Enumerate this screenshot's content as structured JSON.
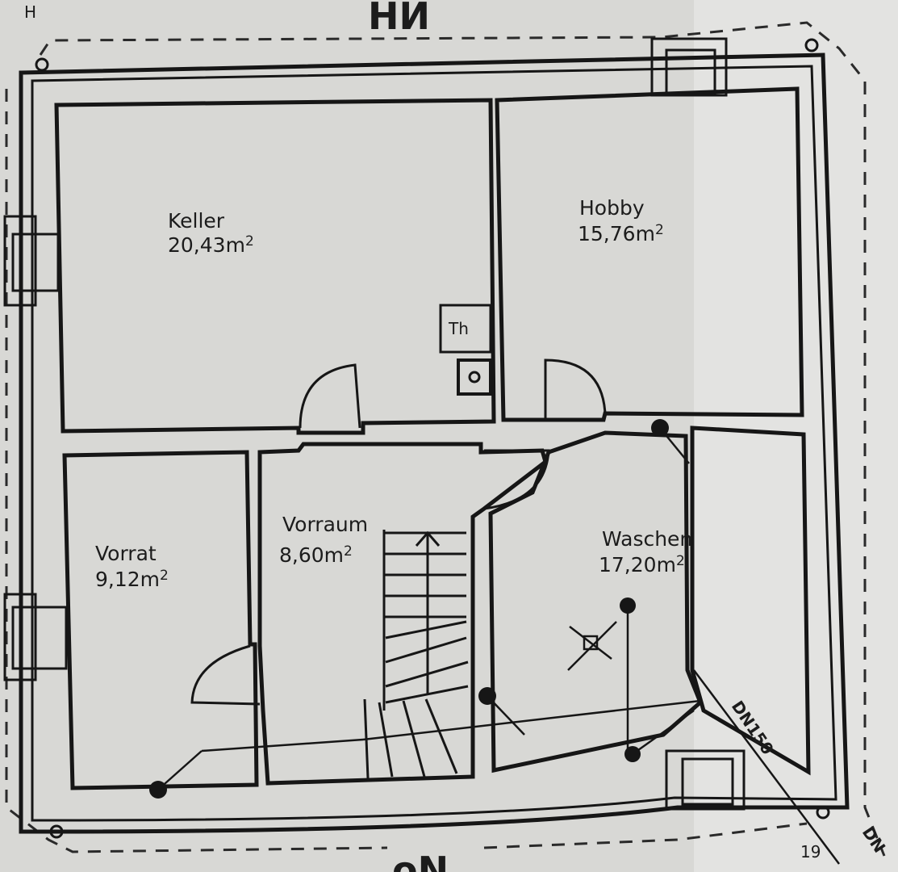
{
  "rooms": [
    {
      "id": "keller",
      "name": "Keller",
      "area": "20,43m",
      "unit_sup": "2"
    },
    {
      "id": "hobby",
      "name": "Hobby",
      "area": "15,76m",
      "unit_sup": "2"
    },
    {
      "id": "vorraum",
      "name": "Vorraum",
      "area": "8,60m",
      "unit_sup": "2"
    },
    {
      "id": "vorrat",
      "name": "Vorrat",
      "area": "9,12m",
      "unit_sup": "2"
    },
    {
      "id": "waschen",
      "name": "Waschen",
      "area": "17,20m",
      "unit_sup": "2"
    }
  ],
  "symbols": {
    "th_label": "Th",
    "pipe_label": "DN150",
    "pipe_label_edge": "DN",
    "top_mark": "HИ",
    "bottom_mark": "oN",
    "corner_number": "19",
    "top_left_mark": "H"
  },
  "colors": {
    "paper": "#d9d9d6",
    "ink": "#161616"
  }
}
